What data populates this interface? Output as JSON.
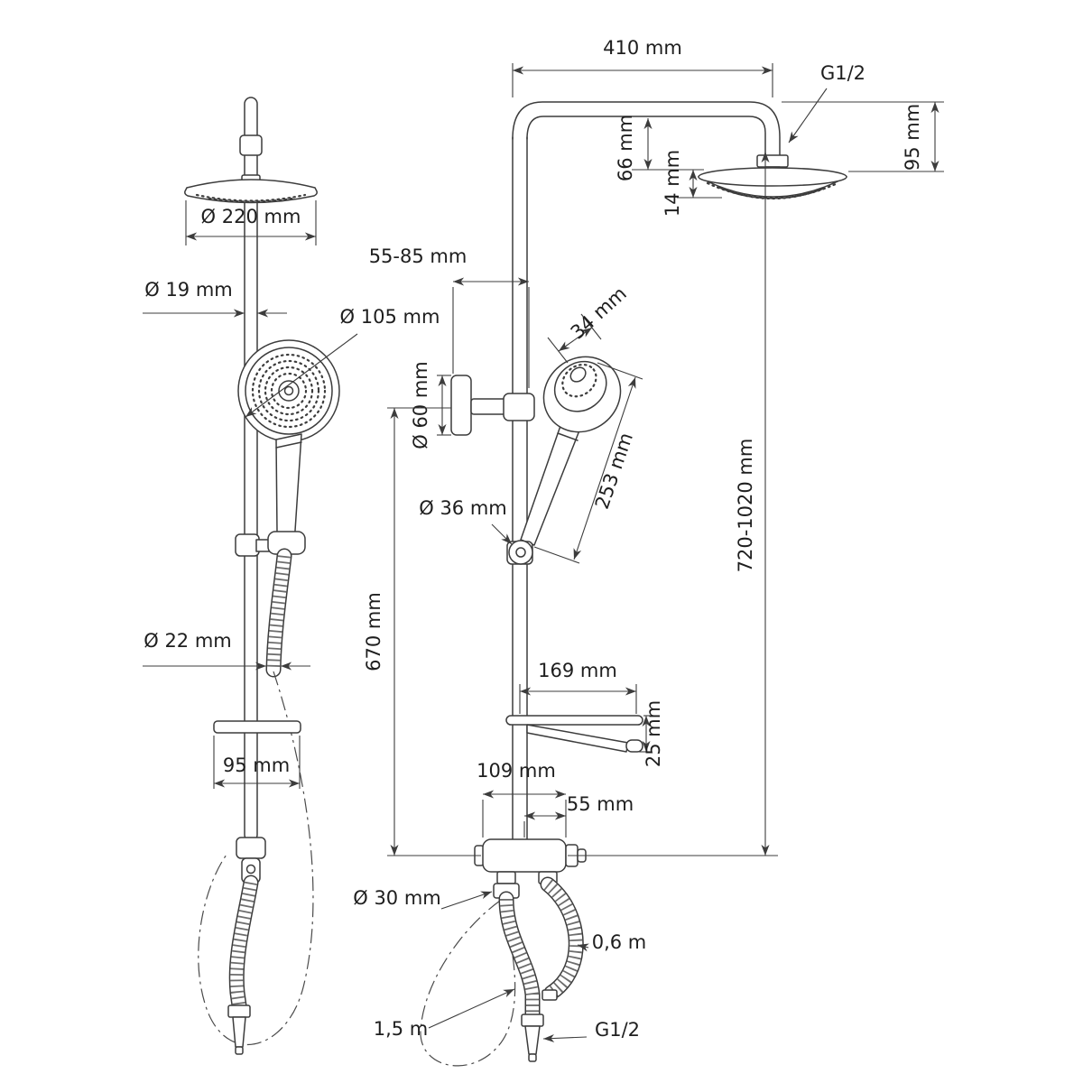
{
  "colors": {
    "line": "#3c3c3c",
    "background": "#ffffff"
  },
  "labels": {
    "top_width": "410 mm",
    "top_thread_size": "G1/2",
    "arm_drop_height": "95 mm",
    "head_gap": "66 mm",
    "head_thickness": "14 mm",
    "overhead_diameter": "Ø 220 mm",
    "pipe_diameter": "Ø 19 mm",
    "handshower_diameter": "Ø 105 mm",
    "wall_offset": "55-85 mm",
    "handshower_width": "34 mm",
    "bracket_diameter": "Ø 60 mm",
    "handshower_length": "253 mm",
    "holder_diameter": "Ø 36 mm",
    "lower_section_height": "670 mm",
    "column_height": "720-1020 mm",
    "shelf_length": "169 mm",
    "shelf_depth": "25 mm",
    "mixer_width": "109 mm",
    "outlet_offset": "55 mm",
    "hose_diameter": "Ø 22 mm",
    "side_shelf_width": "95 mm",
    "connector_diameter": "Ø 30 mm",
    "short_hose_length": "0,6 m",
    "long_hose_length": "1,5 m",
    "bottom_thread_size": "G1/2"
  }
}
